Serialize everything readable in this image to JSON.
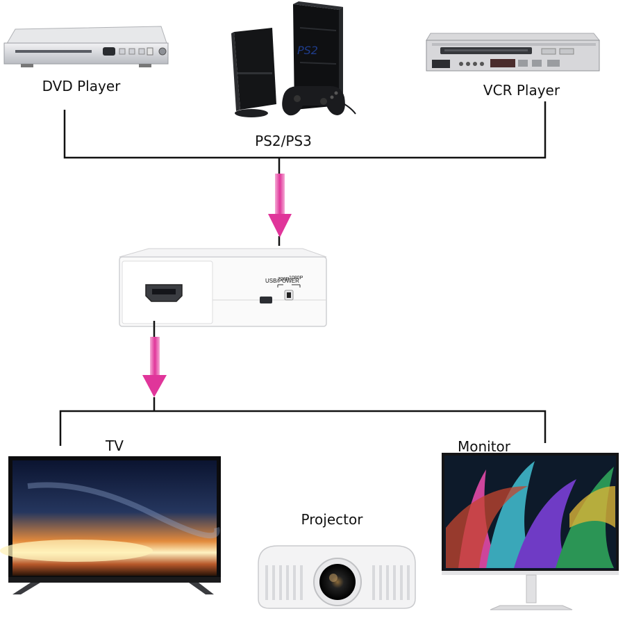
{
  "sources": [
    {
      "id": "dvd",
      "label": "DVD Player",
      "icon": "dvd-player-icon"
    },
    {
      "id": "ps",
      "label": "PS2/PS3",
      "icon": "game-console-icon"
    },
    {
      "id": "vcr",
      "label": "VCR Player",
      "icon": "vcr-player-icon"
    }
  ],
  "converter": {
    "icon": "hdmi-converter-icon",
    "port_labels": {
      "power": "USB/POWER",
      "mode_a": "720P",
      "mode_b": "1080P"
    }
  },
  "outputs": [
    {
      "id": "tv",
      "label": "TV",
      "icon": "tv-icon"
    },
    {
      "id": "projector",
      "label": "Projector",
      "icon": "projector-icon"
    },
    {
      "id": "monitor",
      "label": "Monitor",
      "icon": "monitor-icon"
    }
  ],
  "colors": {
    "arrow": "#e0359a",
    "line": "#111111"
  }
}
